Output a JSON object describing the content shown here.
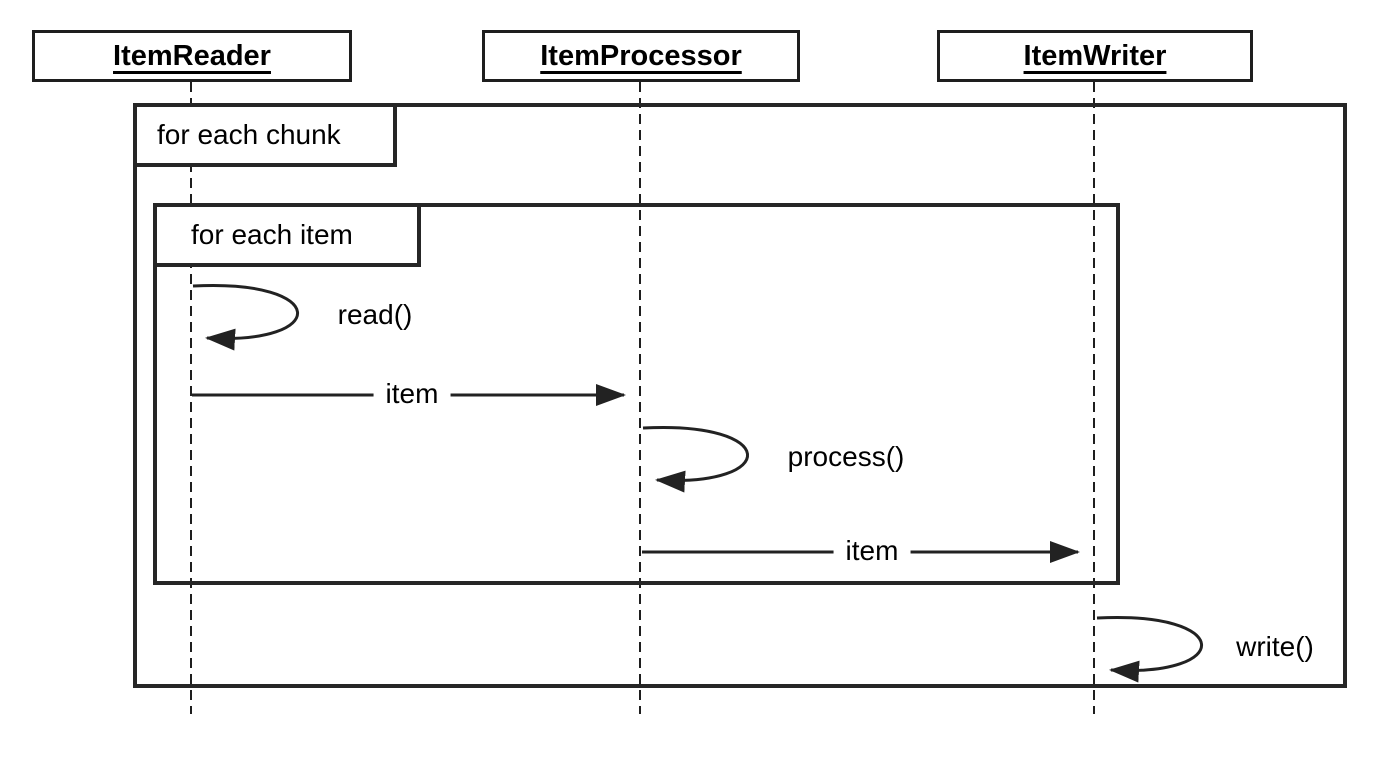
{
  "diagram": {
    "type": "uml-sequence-diagram",
    "participants": [
      {
        "name": "ItemReader"
      },
      {
        "name": "ItemProcessor"
      },
      {
        "name": "ItemWriter"
      }
    ],
    "loops": [
      {
        "label": "for each chunk"
      },
      {
        "label": "for each item"
      }
    ],
    "messages": [
      {
        "label": "read()",
        "kind": "self-message",
        "from": "ItemReader",
        "to": "ItemReader"
      },
      {
        "label": "item",
        "kind": "message",
        "from": "ItemReader",
        "to": "ItemProcessor"
      },
      {
        "label": "process()",
        "kind": "self-message",
        "from": "ItemProcessor",
        "to": "ItemProcessor"
      },
      {
        "label": "item",
        "kind": "message",
        "from": "ItemProcessor",
        "to": "ItemWriter"
      },
      {
        "label": "write()",
        "kind": "self-message",
        "from": "ItemWriter",
        "to": "ItemWriter"
      }
    ],
    "colors": {
      "line": "#222222",
      "text": "#000000",
      "background": "#ffffff"
    }
  }
}
